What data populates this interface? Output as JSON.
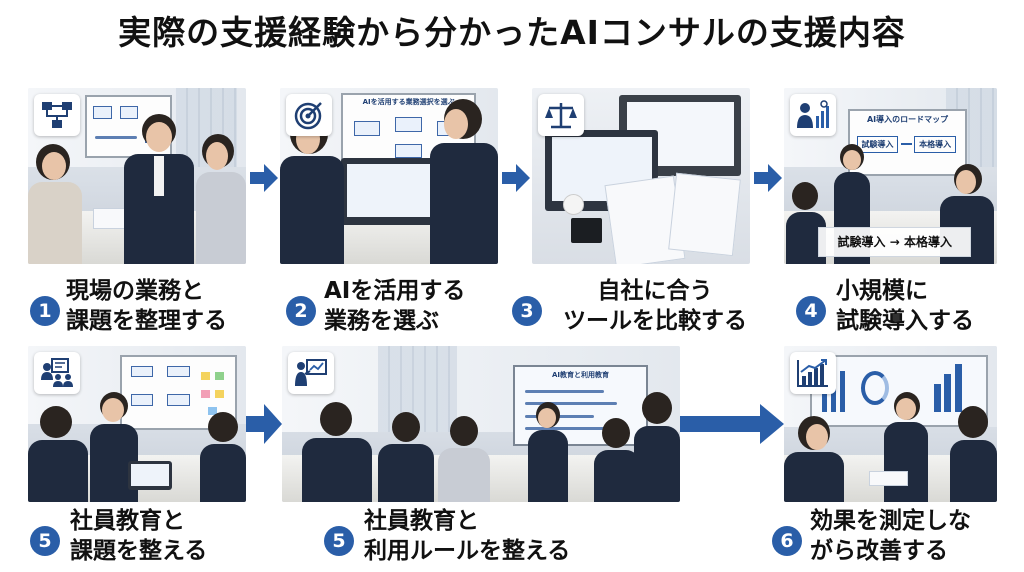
{
  "title": "実際の支援経験から分かったAIコンサルの支援内容",
  "accent_color": "#2a5ea8",
  "steps": [
    {
      "number": "1",
      "lines": [
        "現場の業務と",
        "課題を整理する"
      ],
      "icon": "flowchart-icon"
    },
    {
      "number": "2",
      "lines": [
        "AIを活用する",
        "業務を選ぶ"
      ],
      "icon": "target-icon",
      "board_text": "AIを活用する業務選択を選ぶ"
    },
    {
      "number": "3",
      "lines": [
        "自社に合う",
        "ツールを比較する"
      ],
      "icon": "scale-icon"
    },
    {
      "number": "4",
      "lines": [
        "小規模に",
        "試験導入する"
      ],
      "icon": "presenter-chart-icon",
      "board_text": "AI導入のロードマップ",
      "board_box_1": "試験導入",
      "board_box_2": "本格導入",
      "overlay_text": "試験導入 → 本格導入"
    },
    {
      "number": "5",
      "lines": [
        "社員教育と",
        "課題を整える"
      ],
      "icon": "training-icon"
    },
    {
      "number": "5",
      "lines": [
        "社員教育と",
        "利用ルールを整える"
      ],
      "icon": "presentation-icon",
      "screen_text": "AI教育と利用教育"
    },
    {
      "number": "6",
      "lines": [
        "効果を測定しな",
        "がら改善する"
      ],
      "icon": "growth-chart-icon"
    }
  ]
}
